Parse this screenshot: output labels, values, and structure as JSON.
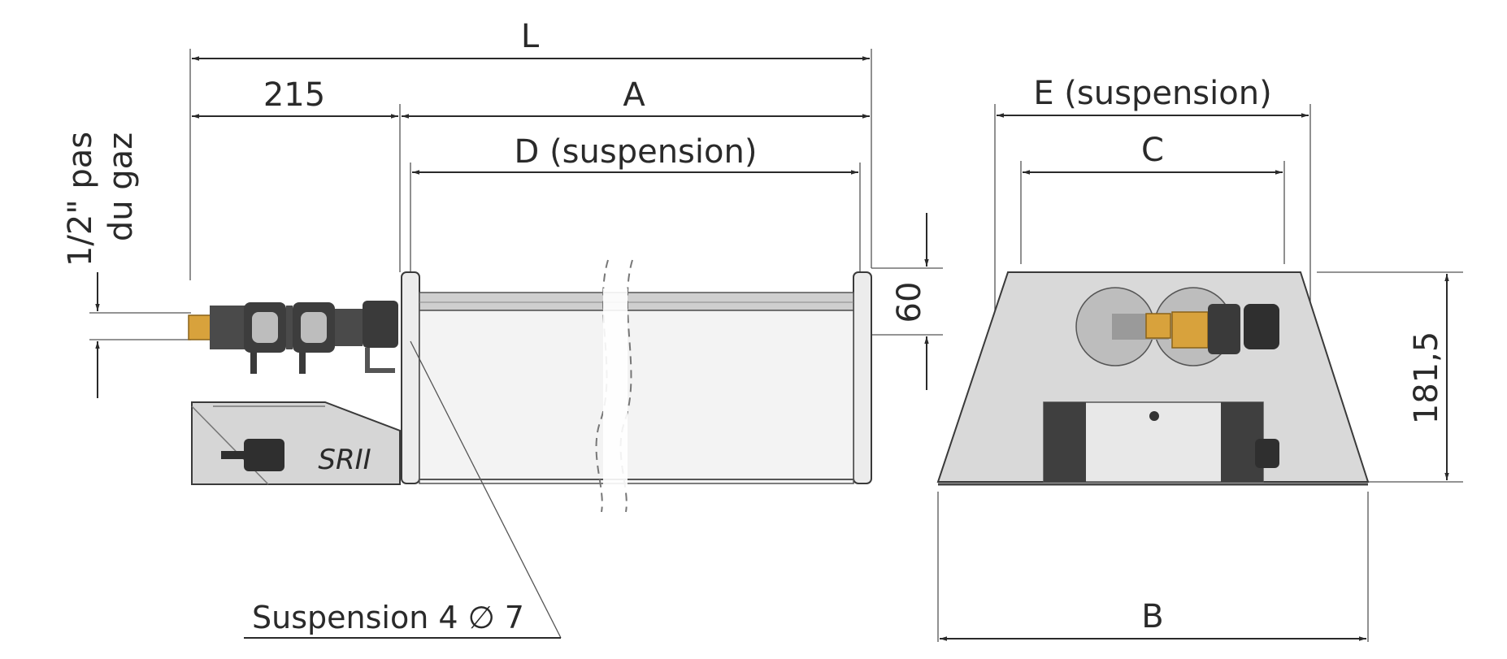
{
  "dimensions": {
    "overall_length": "L",
    "inlet_offset": "215",
    "body_length": "A",
    "suspension_span_side": "D (suspension)",
    "suspension_span_end": "E (suspension)",
    "inner_width": "C",
    "overall_width": "B",
    "height": "181,5",
    "tube_height": "60"
  },
  "labels": {
    "gas_thread_line1": "1/2\" pas",
    "gas_thread_line2": "du gaz",
    "suspension_holes": "Suspension 4 ∅ 7",
    "model": "SRII"
  },
  "colors": {
    "line": "#2a2a2a",
    "body_fill": "#d9d9d9",
    "panel_fill": "#cfcfcf",
    "dark_part": "#4a4a4a",
    "brass": "#d8a23c"
  }
}
